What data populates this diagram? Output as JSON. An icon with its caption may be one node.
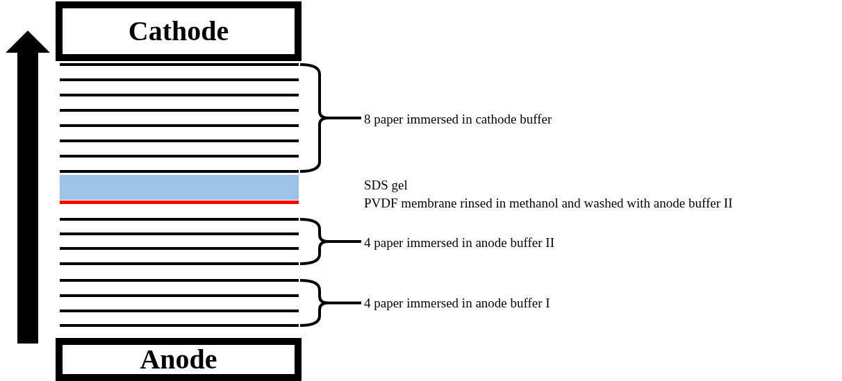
{
  "diagram": {
    "nodes": [
      {
        "text": [
          "Cathode"
        ]
      },
      {
        "text": [
          "Anode"
        ]
      }
    ],
    "labels": [
      "8 paper immersed in cathode buffer",
      "SDS gel",
      "PVDF membrane rinsed in methanol and washed with anode buffer II",
      "4 paper immersed in anode buffer II",
      "4 paper immersed in anode buffer I"
    ]
  }
}
